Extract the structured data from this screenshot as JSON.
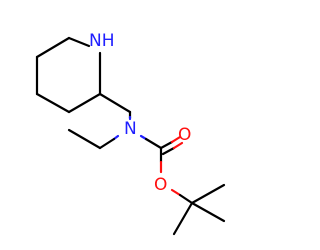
{
  "colors": {
    "background": "#ffffff",
    "carbon_bond": "#000000",
    "nitrogen": "#2020ff",
    "oxygen": "#ff1010"
  },
  "atoms": {
    "ring_nh": "NH",
    "carbamate_n": "N",
    "carbonyl_o": "O",
    "ester_o": "O"
  }
}
